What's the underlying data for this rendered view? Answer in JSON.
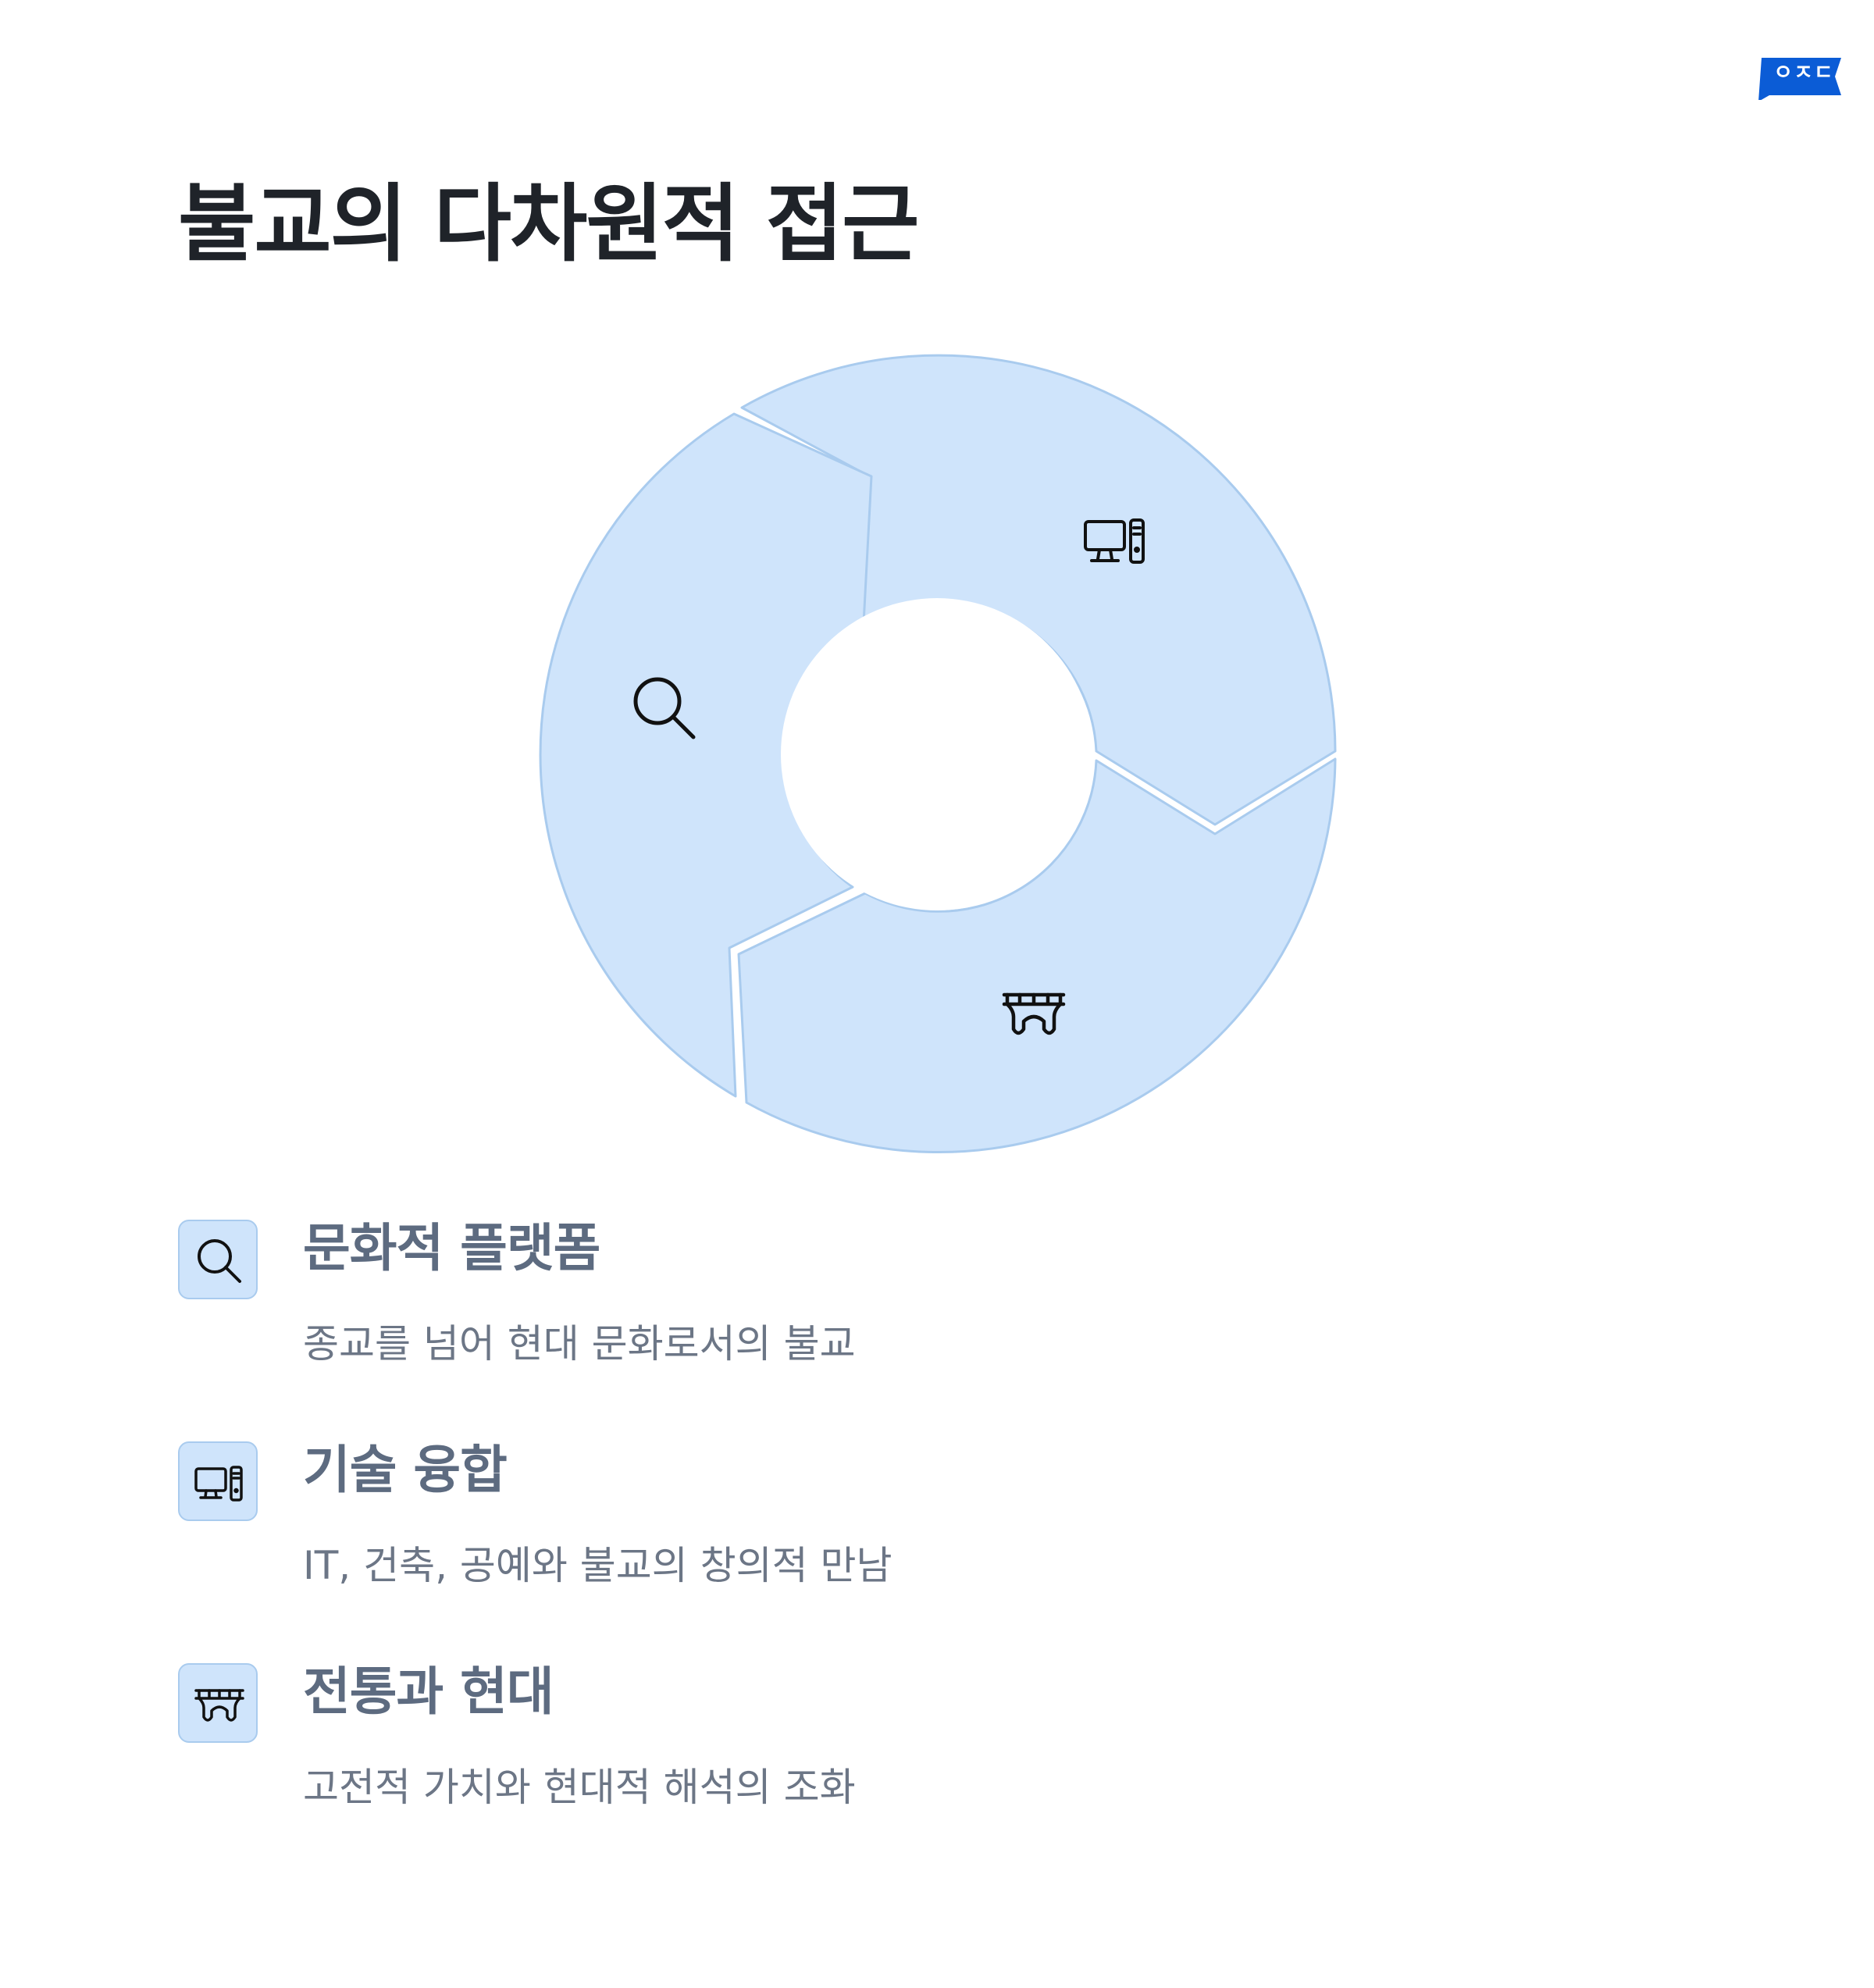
{
  "brand": {
    "logo_text": "ㅇㅈㄷ",
    "color": "#0b5cd6"
  },
  "title": "불교의 다차원적 접근",
  "diagram": {
    "type": "cycle",
    "fill_color": "#cfe4fb",
    "stroke_color": "#a9cbee",
    "segments": [
      {
        "icon": "computer-icon"
      },
      {
        "icon": "bridge-icon"
      },
      {
        "icon": "search-icon"
      }
    ]
  },
  "items": [
    {
      "icon": "search-icon",
      "heading": "문화적 플랫폼",
      "description": "종교를 넘어 현대 문화로서의 불교"
    },
    {
      "icon": "computer-icon",
      "heading": "기술 융합",
      "description": "IT, 건축, 공예와 불교의 창의적 만남"
    },
    {
      "icon": "bridge-icon",
      "heading": "전통과 현대",
      "description": "고전적 가치와 현대적 해석의 조화"
    }
  ]
}
